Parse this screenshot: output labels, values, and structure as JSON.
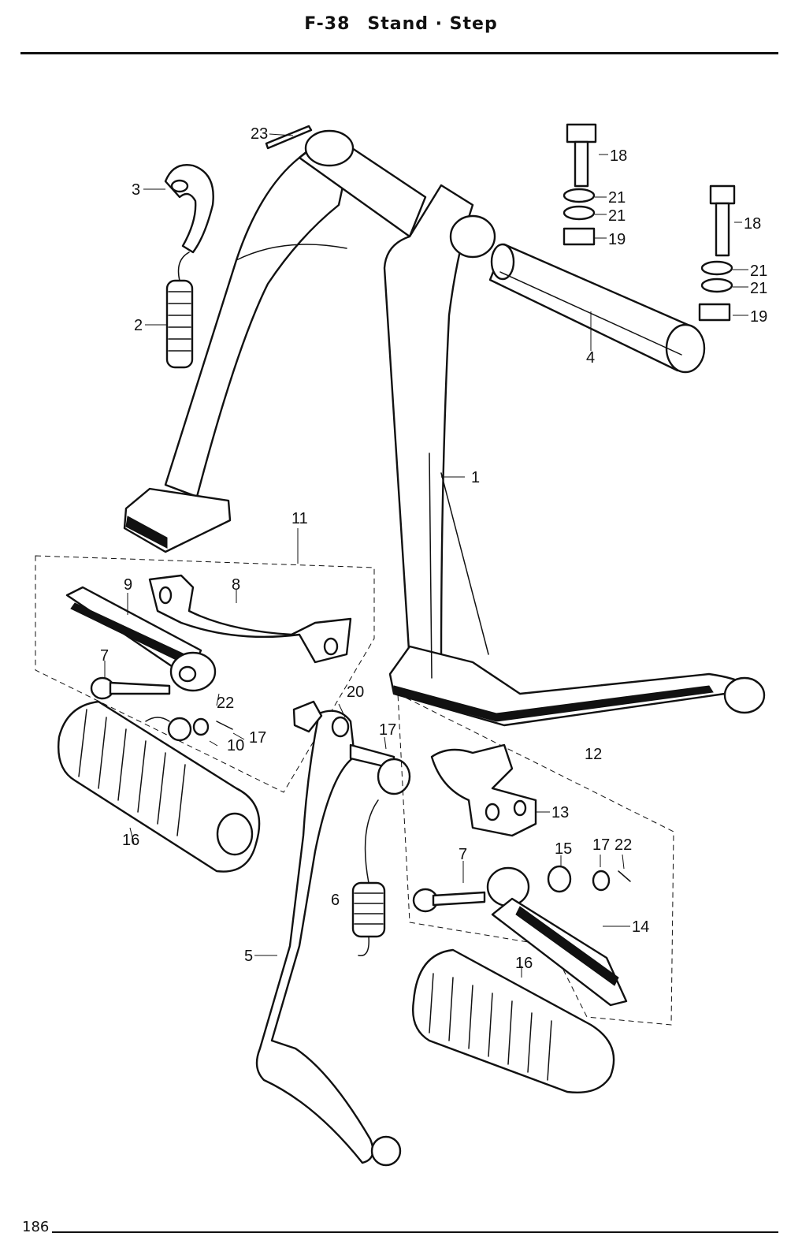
{
  "header": {
    "code": "F-38",
    "title": "Stand · Step"
  },
  "footer": {
    "page_number": "186"
  },
  "callouts": {
    "p1": "1",
    "p2": "2",
    "p3": "3",
    "p4": "4",
    "p5": "5",
    "p6": "6",
    "p7a": "7",
    "p7b": "7",
    "p8": "8",
    "p9": "9",
    "p10": "10",
    "p11": "11",
    "p12": "12",
    "p13": "13",
    "p14": "14",
    "p15": "15",
    "p16a": "16",
    "p16b": "16",
    "p17a": "17",
    "p17b": "17",
    "p17c": "17",
    "p18a": "18",
    "p18b": "18",
    "p19a": "19",
    "p19b": "19",
    "p20": "20",
    "p21a": "21",
    "p21b": "21",
    "p21c": "21",
    "p21d": "21",
    "p22a": "22",
    "p22b": "22",
    "p23": "23"
  }
}
